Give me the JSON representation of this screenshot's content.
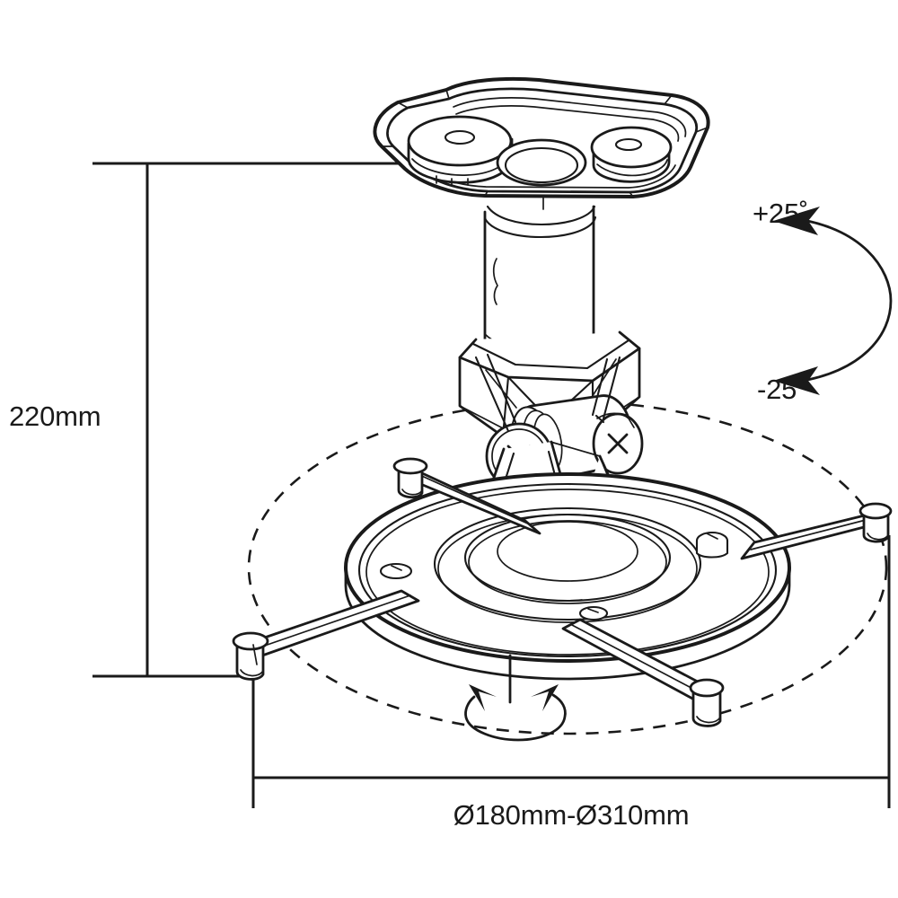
{
  "drawing": {
    "title": "Projector ceiling mount dimensional drawing",
    "subject": "universal projector ceiling bracket",
    "background_color": "#ffffff",
    "line_color": "#1a1a1a",
    "view": "isometric"
  },
  "dimensions": {
    "height": {
      "label": "220mm",
      "name": "overall-height",
      "orientation": "vertical",
      "position": "left"
    },
    "spread": {
      "label": "Ø180mm-Ø310mm",
      "name": "mounting-arm-diameter-range",
      "orientation": "horizontal",
      "position": "bottom"
    }
  },
  "annotations": {
    "tilt_up": {
      "label": "+25˚",
      "name": "tilt-up-angle"
    },
    "tilt_down": {
      "label": "-25˚",
      "name": "tilt-down-angle"
    },
    "rotation": {
      "label": "",
      "name": "swivel-rotation-indicator"
    }
  },
  "parts": {
    "ceiling_plate": "ceiling-mount-plate",
    "column": "extension-column",
    "yoke": "tilt-yoke-block",
    "pivot_left": "left-pivot-disc",
    "pivot_right": "right-pivot-disc",
    "bracket": "tilt-bracket",
    "base_disc": "rotating-base-disc",
    "arm_nw": "mount-arm-rear-left",
    "arm_ne": "mount-arm-rear-right",
    "arm_sw": "mount-arm-front-left",
    "arm_se": "mount-arm-front-right",
    "envelope": "adjustment-envelope-circle"
  }
}
